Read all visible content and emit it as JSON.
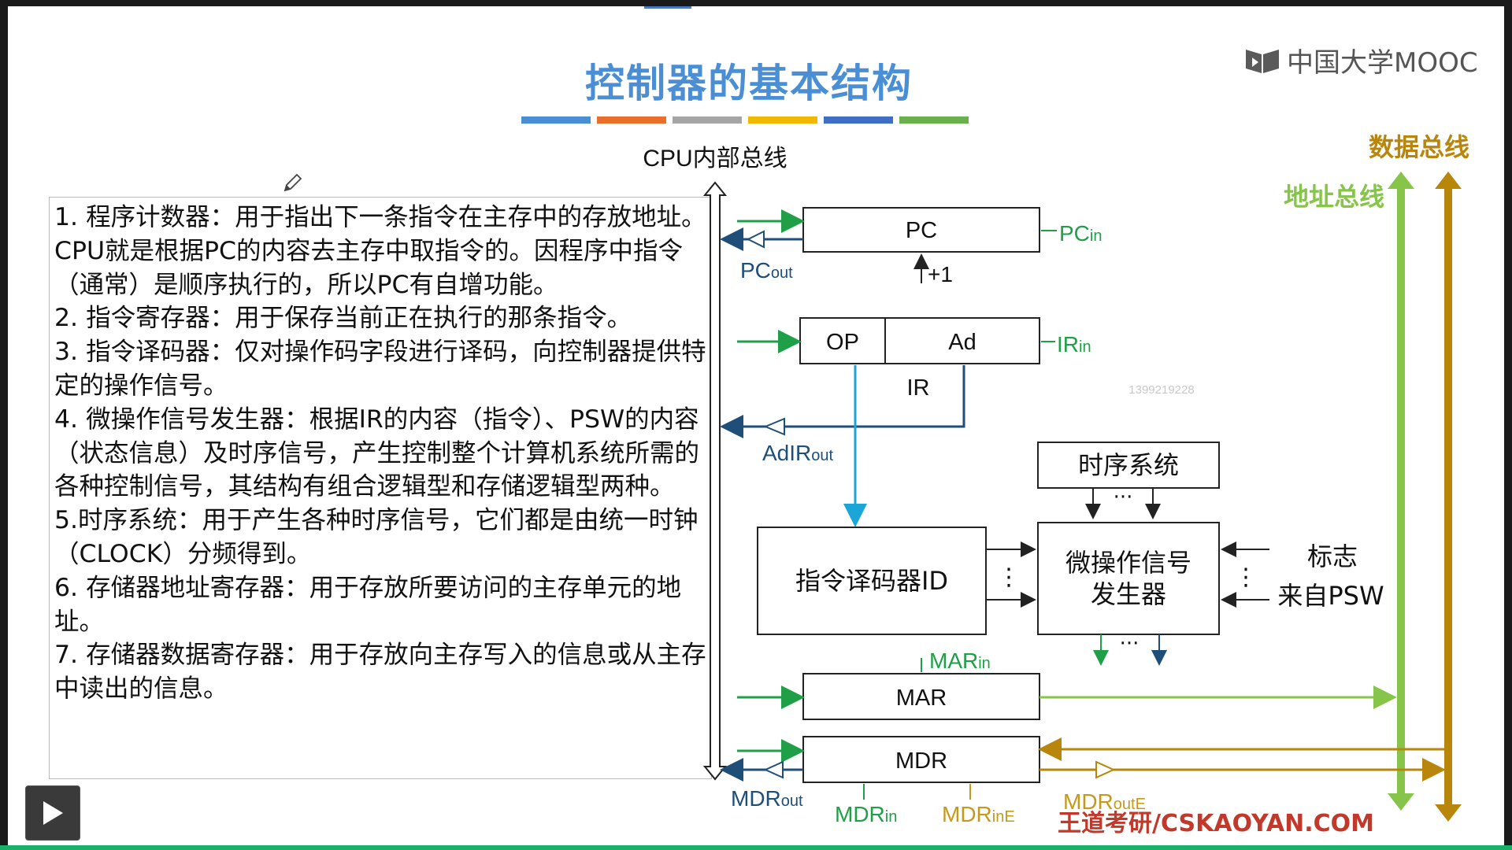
{
  "slide": {
    "title": "控制器的基本结构",
    "logo_text": "中国大学MOOC",
    "color_bar": [
      "#4a8fd6",
      "#e8702a",
      "#a5a5a5",
      "#f2b800",
      "#3f6fc5",
      "#6ab04c"
    ],
    "watermark_id": "1399219228",
    "footer_brand": "王道考研/CSKAOYAN.COM"
  },
  "text": {
    "paragraphs": [
      "1. 程序计数器：用于指出下一条指令在主存中的存放地址。CPU就是根据PC的内容去主存中取指令的。因程序中指令（通常）是顺序执行的，所以PC有自增功能。",
      "2. 指令寄存器：用于保存当前正在执行的那条指令。",
      "3. 指令译码器：仅对操作码字段进行译码，向控制器提供特定的操作信号。",
      "4. 微操作信号发生器：根据IR的内容（指令）、PSW的内容（状态信息）及时序信号，产生控制整个计算机系统所需的各种控制信号，其结构有组合逻辑型和存储逻辑型两种。",
      "5.时序系统：用于产生各种时序信号，它们都是由统一时钟（CLOCK）分频得到。",
      "6. 存储器地址寄存器：用于存放所要访问的主存单元的地址。",
      "7. 存储器数据寄存器：用于存放向主存写入的信息或从主存中读出的信息。"
    ]
  },
  "diagram": {
    "cpu_bus_label": "CPU内部总线",
    "data_bus_label": "数据总线",
    "addr_bus_label": "地址总线",
    "pc": {
      "label": "PC",
      "in": "PC",
      "in_sub": "in",
      "out": "PC",
      "out_sub": "out",
      "increment": "+1"
    },
    "ir": {
      "op": "OP",
      "ad": "Ad",
      "label": "IR",
      "in": "IR",
      "in_sub": "in",
      "adir_out": "AdIR",
      "adir_out_sub": "out"
    },
    "timing": {
      "label": "时序系统"
    },
    "decoder": {
      "label": "指令译码器ID"
    },
    "micro_gen": {
      "line1": "微操作信号",
      "line2": "发生器"
    },
    "flags": {
      "line1": "标志",
      "line2": "来自PSW"
    },
    "mar": {
      "label": "MAR",
      "in": "MAR",
      "in_sub": "in"
    },
    "mdr": {
      "label": "MDR",
      "in": "MDR",
      "in_sub": "in",
      "out": "MDR",
      "out_sub": "out",
      "in_e": "MDR",
      "in_e_sub": "inE",
      "out_e": "MDR",
      "out_e_sub": "outE"
    },
    "ellipsis_h": "···",
    "ellipsis_v": "⋮"
  },
  "controls": {
    "play_icon": "play-icon"
  },
  "colors": {
    "title": "#4a8fd6",
    "green": "#1fa048",
    "navy": "#1f4e79",
    "cyan": "#1aa7d8",
    "light_green": "#86c54a",
    "gold": "#b8860b",
    "mdr_gold": "#c49a1b",
    "footer_red": "#c0392b"
  }
}
